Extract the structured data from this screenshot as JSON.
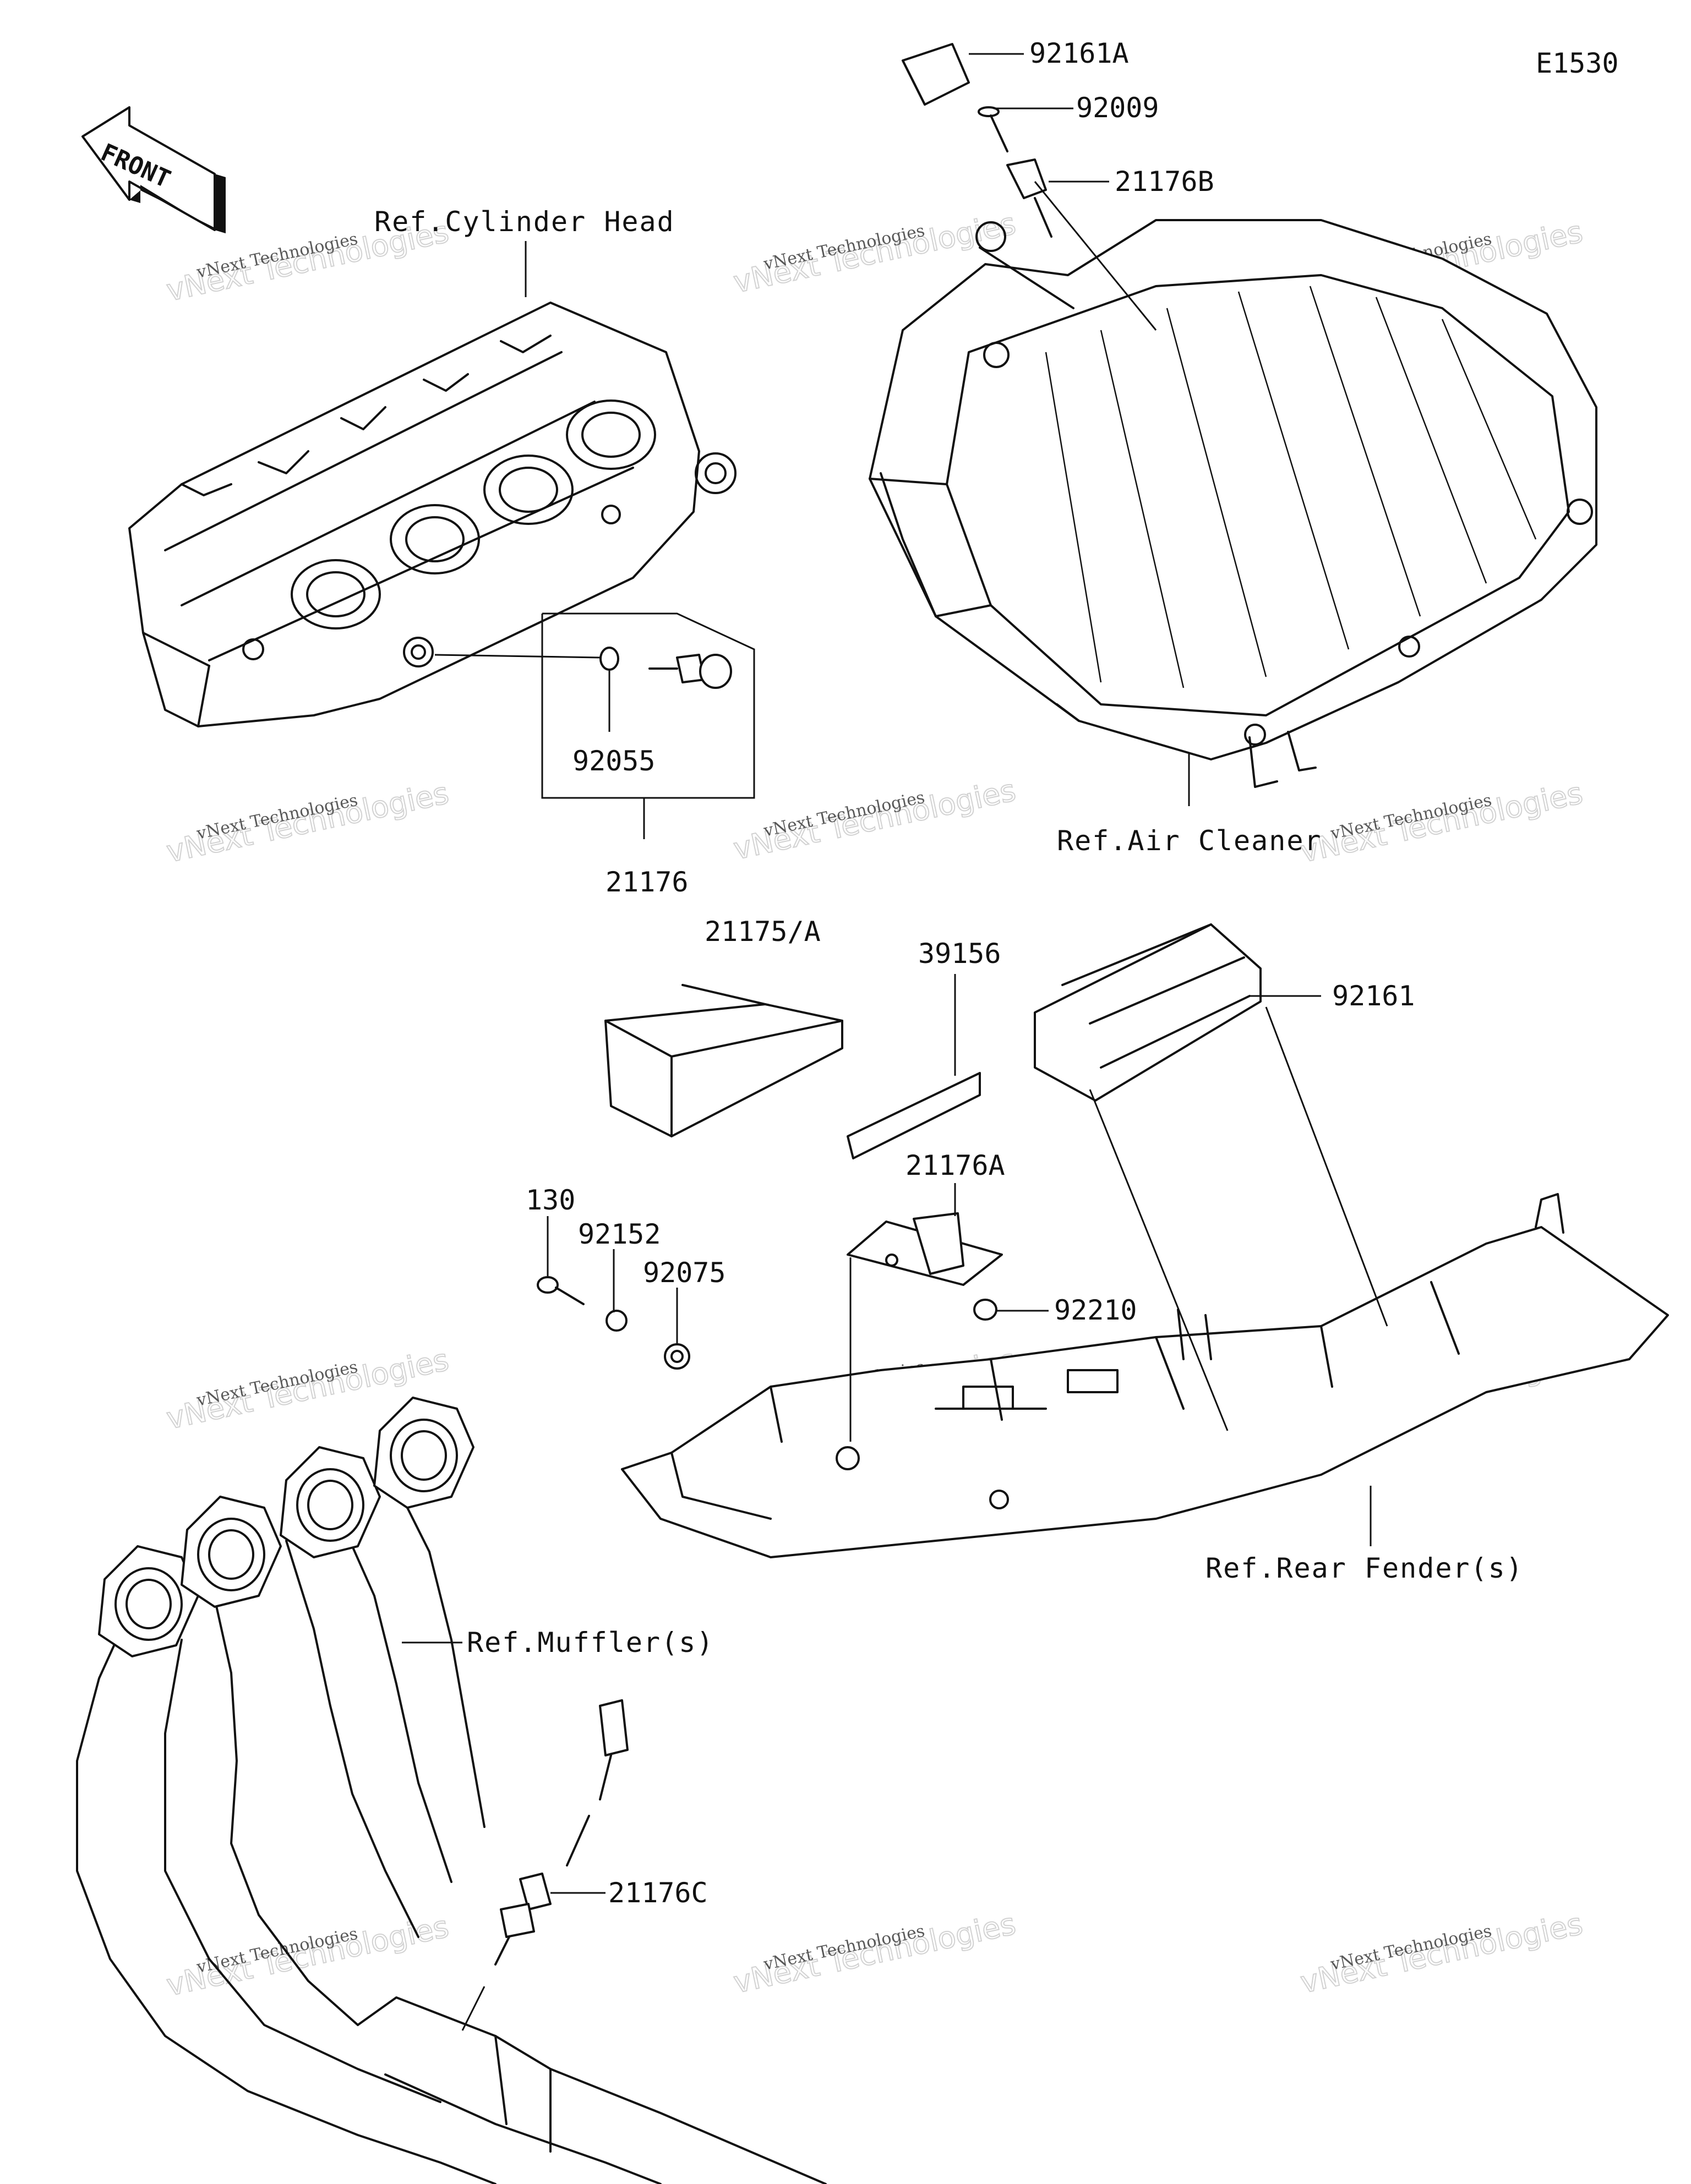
{
  "diagram_code": "E1530",
  "direction_label": "FRONT",
  "references": {
    "cylinder_head": "Ref.Cylinder Head",
    "air_cleaner": "Ref.Air Cleaner",
    "rear_fender": "Ref.Rear Fender(s)",
    "muffler": "Ref.Muffler(s)"
  },
  "parts": {
    "p92161A": "92161A",
    "p92009": "92009",
    "p21176B": "21176B",
    "p92055": "92055",
    "p21176": "21176",
    "p21175A": "21175/A",
    "p39156": "39156",
    "p92161": "92161",
    "p21176A": "21176A",
    "p130": "130",
    "p92152": "92152",
    "p92075": "92075",
    "p92210": "92210",
    "p21176C": "21176C"
  },
  "watermark": {
    "line1": "vNext Technologies",
    "line2": "vNext Technologies"
  },
  "icons": {
    "front_arrow": "front-arrow-icon"
  }
}
